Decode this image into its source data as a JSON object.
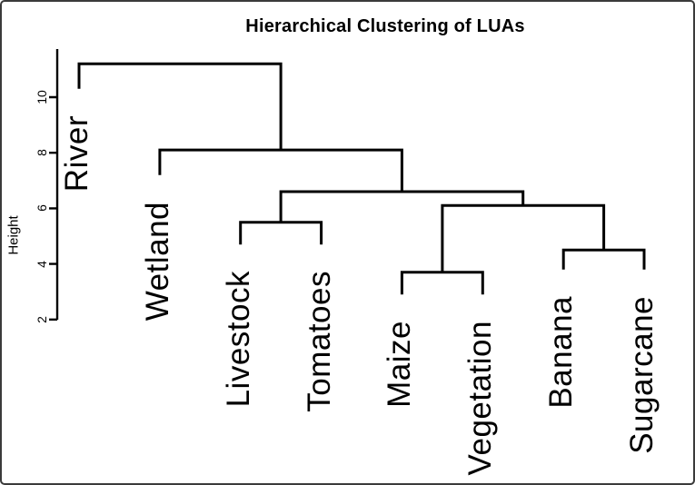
{
  "chart_data": {
    "type": "dendrogram",
    "title": "Hierarchical Clustering of LUAs",
    "ylabel": "Height",
    "yticks": [
      2,
      4,
      6,
      8,
      10
    ],
    "axis_range": [
      2,
      10
    ],
    "grid": false,
    "legend": "none",
    "leaves_order": [
      "River",
      "Wetland",
      "Livestock",
      "Tomatoes",
      "Maize",
      "Vegetation",
      "Banana",
      "Sugarcane"
    ],
    "tree": {
      "height": 11.2,
      "children": [
        {
          "label": "River",
          "tip_height": 10.3
        },
        {
          "height": 8.1,
          "children": [
            {
              "label": "Wetland",
              "tip_height": 7.2
            },
            {
              "height": 6.6,
              "children": [
                {
                  "height": 5.5,
                  "children": [
                    {
                      "label": "Livestock",
                      "tip_height": 4.7
                    },
                    {
                      "label": "Tomatoes",
                      "tip_height": 4.7
                    }
                  ]
                },
                {
                  "height": 6.1,
                  "children": [
                    {
                      "height": 3.7,
                      "children": [
                        {
                          "label": "Maize",
                          "tip_height": 2.9
                        },
                        {
                          "label": "Vegetation",
                          "tip_height": 2.9
                        }
                      ]
                    },
                    {
                      "height": 4.5,
                      "children": [
                        {
                          "label": "Banana",
                          "tip_height": 3.8
                        },
                        {
                          "label": "Sugarcane",
                          "tip_height": 3.8
                        }
                      ]
                    }
                  ]
                }
              ]
            }
          ]
        }
      ]
    }
  }
}
